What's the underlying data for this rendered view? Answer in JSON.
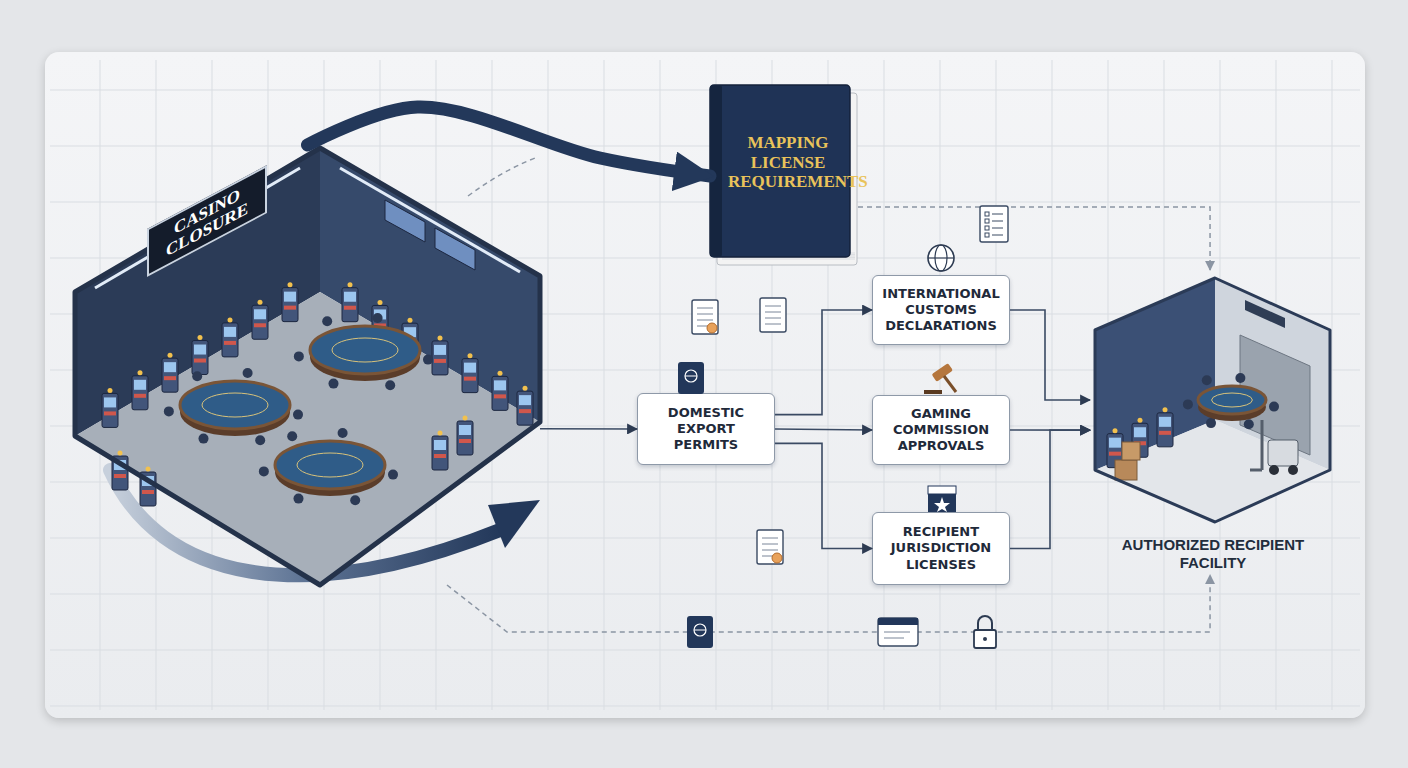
{
  "diagram": {
    "nodes": [
      {
        "text": [
          "CASINO CLOSURE"
        ]
      },
      {
        "text": [
          "MAPPING LICENSE REQUIREMENTS"
        ]
      },
      {
        "text": [
          "DOMESTIC EXPORT PERMITS"
        ]
      },
      {
        "text": [
          "INTERNATIONAL CUSTOMS DECLARATIONS"
        ]
      },
      {
        "text": [
          "GAMING COMMISSION APPROVALS"
        ]
      },
      {
        "text": [
          "RECIPIENT JURISDICTION LICENSES"
        ]
      },
      {
        "text": [
          "AUTHORIZED RECIPIENT FACILITY"
        ]
      }
    ],
    "edges": [
      {
        "from": 0,
        "to": 1,
        "arrow": "to"
      },
      {
        "from": 0,
        "to": 2,
        "arrow": "to"
      },
      {
        "from": 2,
        "to": 3,
        "arrow": "to"
      },
      {
        "from": 2,
        "to": 4,
        "arrow": "to"
      },
      {
        "from": 2,
        "to": 5,
        "arrow": "to"
      },
      {
        "from": 3,
        "to": 6,
        "arrow": "to"
      },
      {
        "from": 4,
        "to": 6,
        "arrow": "to"
      },
      {
        "from": 5,
        "to": 6,
        "arrow": "to"
      },
      {
        "from": 1,
        "to": 6,
        "arrow": "to"
      },
      {
        "from": 0,
        "to": 6,
        "arrow": "to"
      }
    ]
  }
}
